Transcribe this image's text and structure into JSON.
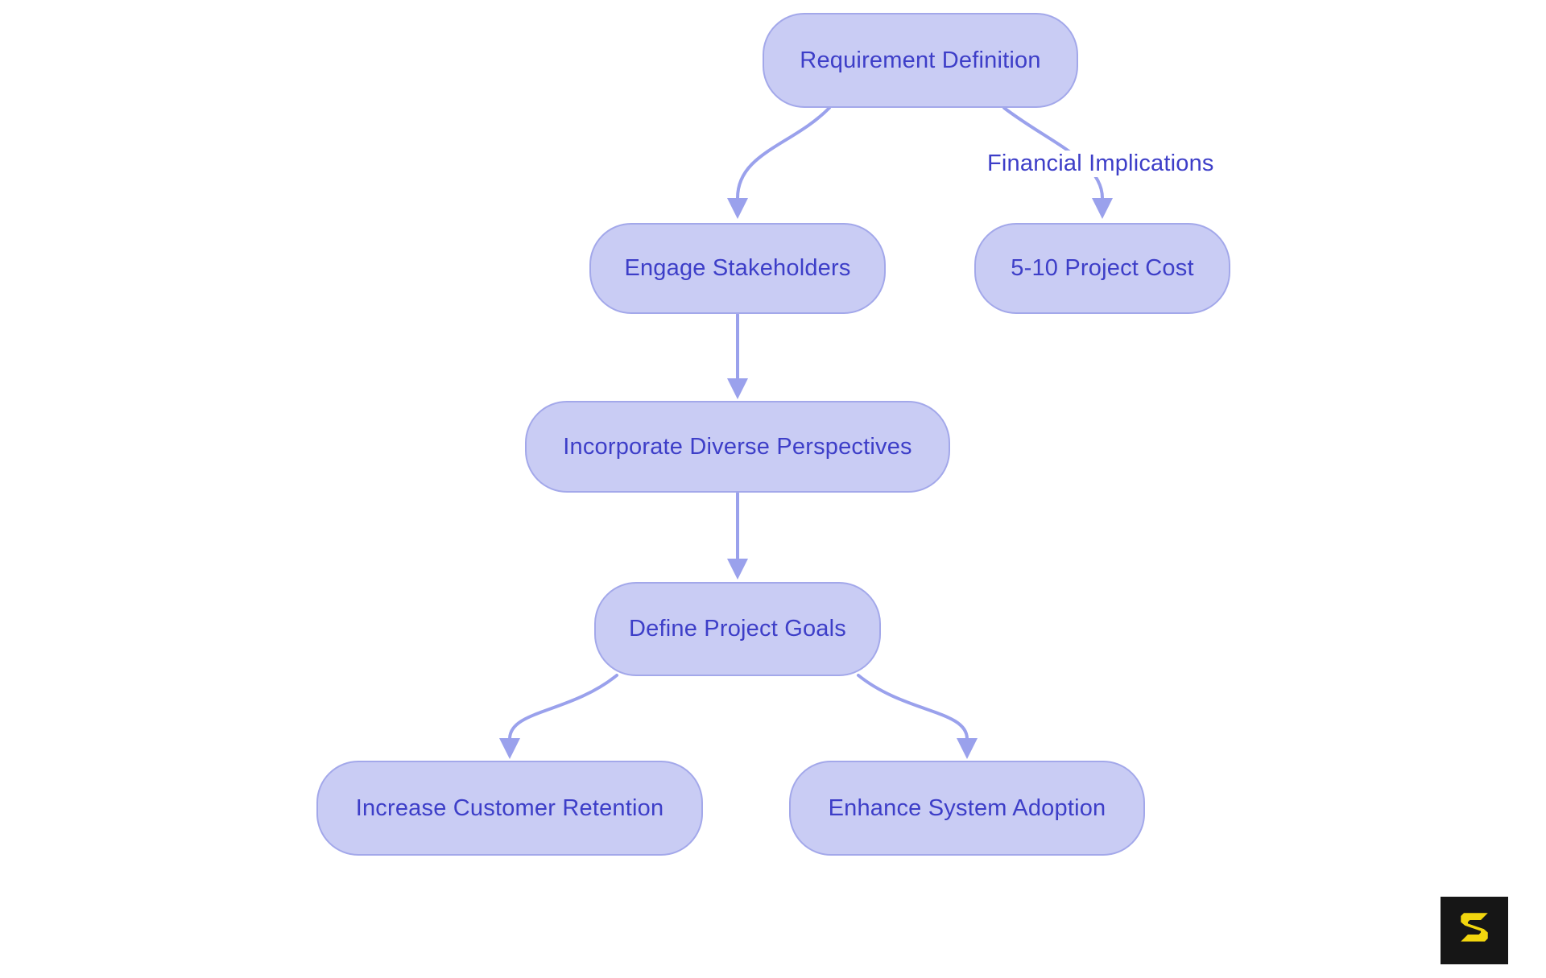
{
  "diagram": {
    "type": "flowchart",
    "background_color": "#ffffff",
    "node_fill_color": "#c9ccf4",
    "node_border_color": "#a3a8ea",
    "node_text_color": "#3d3ec8",
    "edge_color": "#9aa1ec",
    "nodes": [
      {
        "id": "requirement-definition",
        "label": "Requirement Definition"
      },
      {
        "id": "engage-stakeholders",
        "label": "Engage Stakeholders"
      },
      {
        "id": "project-cost",
        "label": "5-10 Project Cost"
      },
      {
        "id": "incorporate-diverse-perspectives",
        "label": "Incorporate Diverse Perspectives"
      },
      {
        "id": "define-project-goals",
        "label": "Define Project Goals"
      },
      {
        "id": "increase-customer-retention",
        "label": "Increase Customer Retention"
      },
      {
        "id": "enhance-system-adoption",
        "label": "Enhance System Adoption"
      }
    ],
    "edges": [
      {
        "from": "Requirement Definition",
        "to": "Engage Stakeholders",
        "label": ""
      },
      {
        "from": "Requirement Definition",
        "to": "5-10 Project Cost",
        "label": "Financial Implications"
      },
      {
        "from": "Engage Stakeholders",
        "to": "Incorporate Diverse Perspectives",
        "label": ""
      },
      {
        "from": "Incorporate Diverse Perspectives",
        "to": "Define Project Goals",
        "label": ""
      },
      {
        "from": "Define Project Goals",
        "to": "Increase Customer Retention",
        "label": ""
      },
      {
        "from": "Define Project Goals",
        "to": "Enhance System Adoption",
        "label": ""
      }
    ]
  },
  "logo": {
    "glyph": "S",
    "background_color": "#161616",
    "glyph_color": "#f2d60e"
  }
}
